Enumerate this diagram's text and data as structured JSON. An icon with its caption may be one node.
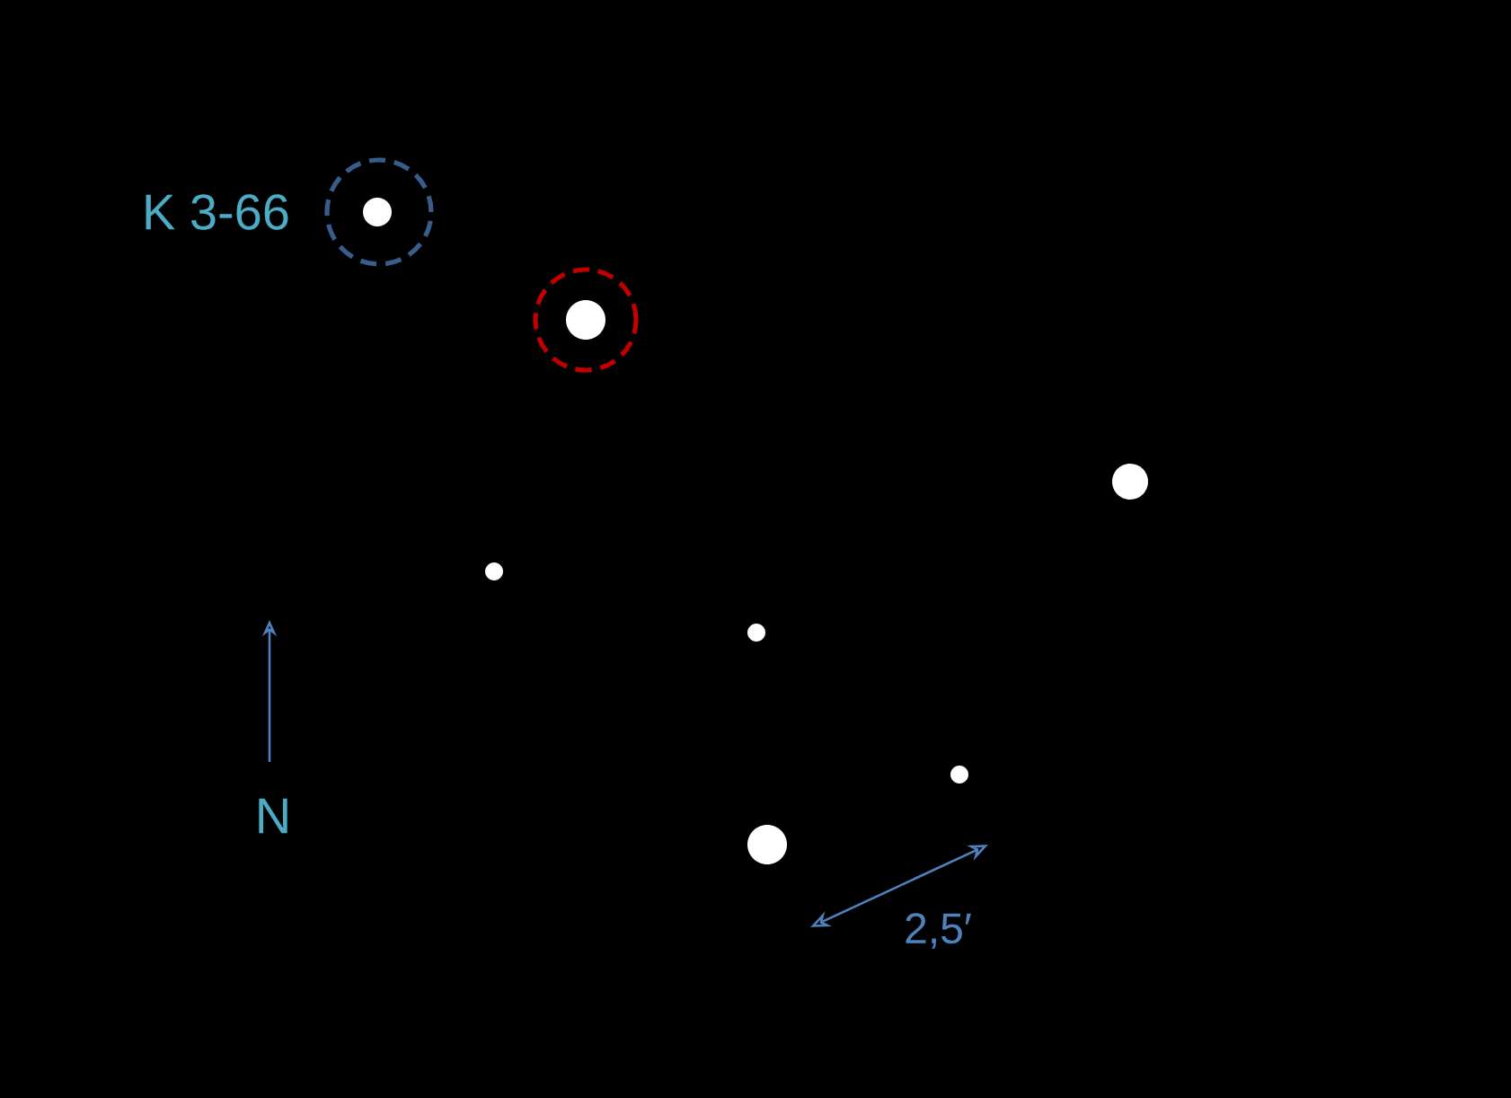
{
  "diagram": {
    "nodes": [
      {
        "text": [],
        "shape": "circle",
        "beside": [
          "K 3-66"
        ]
      },
      {
        "text": [],
        "shape": "circle"
      }
    ],
    "labels": [
      "N",
      "2,5′"
    ]
  }
}
